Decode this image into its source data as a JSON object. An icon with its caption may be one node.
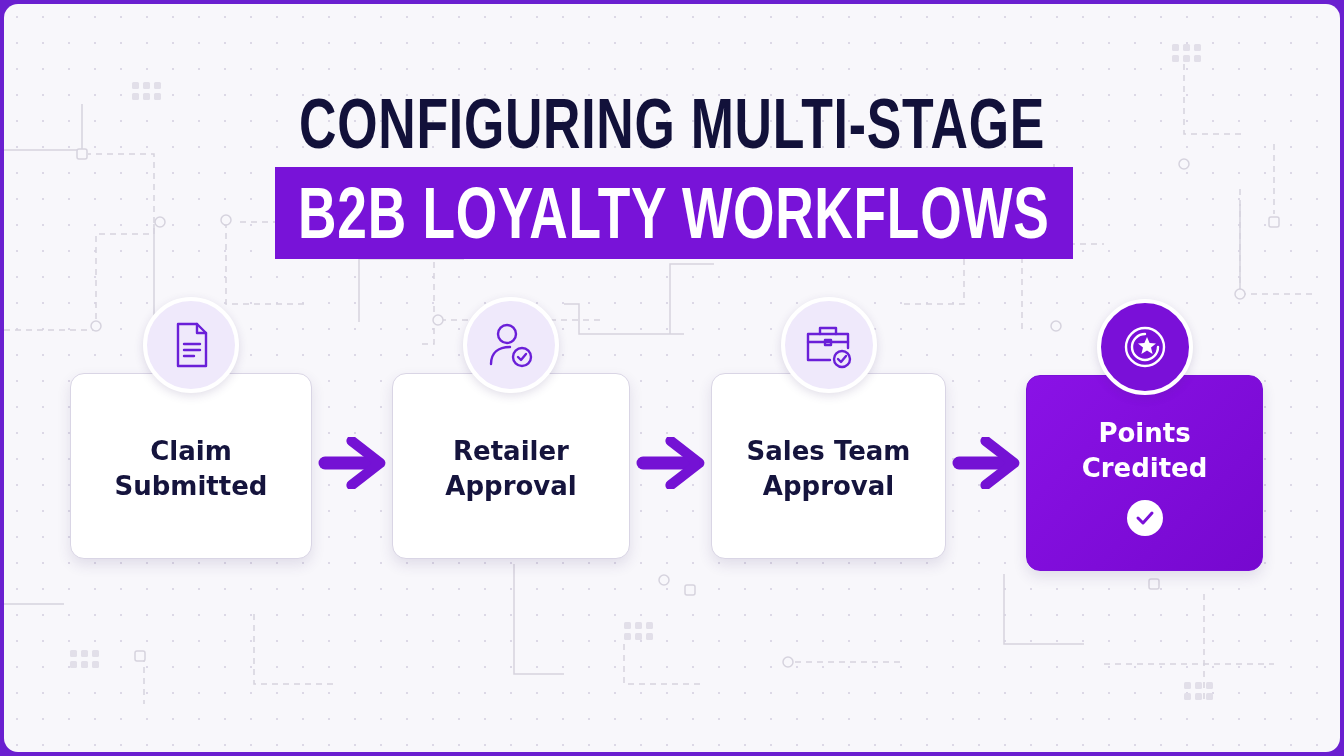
{
  "diagram": {
    "title": "CONFIGURING MULTI-STAGE",
    "nodes": [
      {
        "text": [
          "Claim Submitted"
        ]
      },
      {
        "text": [
          "Retailer Approval"
        ]
      },
      {
        "text": [
          "Sales Team Approval"
        ]
      },
      {
        "text": [
          "Points Credited"
        ]
      }
    ],
    "edges": [
      {
        "from": 0,
        "to": 1,
        "arrow": "to"
      },
      {
        "from": 1,
        "to": 2,
        "arrow": "to"
      },
      {
        "from": 2,
        "to": 3,
        "arrow": "to"
      }
    ],
    "labels": [
      "B2B LOYALTY WORKFLOWS"
    ]
  }
}
